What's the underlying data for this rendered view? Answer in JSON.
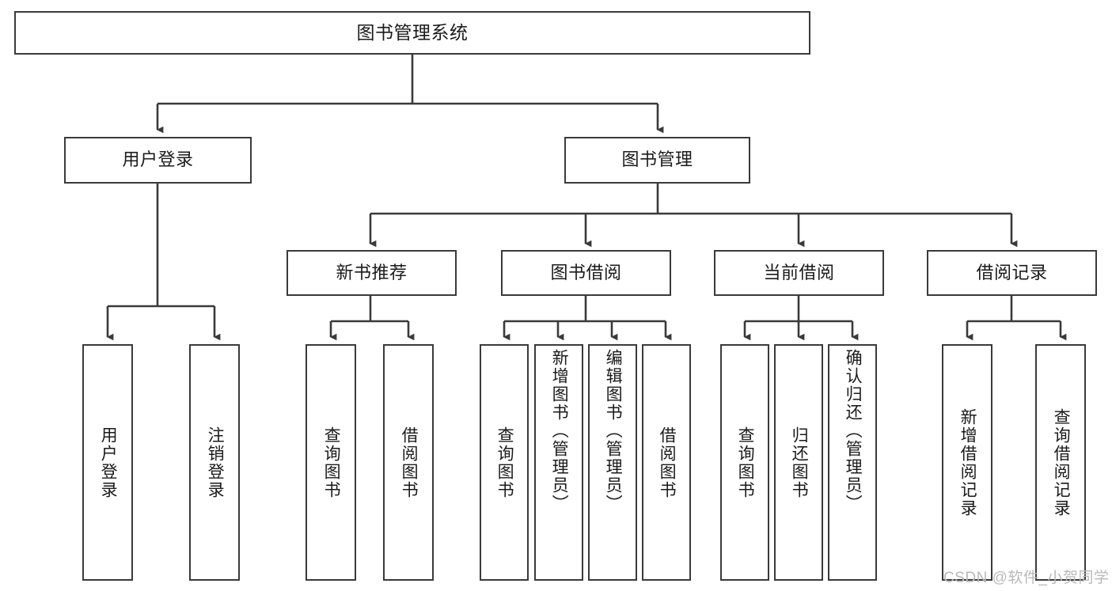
{
  "diagram": {
    "title": "图书管理系统",
    "type": "tree-hierarchy",
    "stroke_color": "#3a3a3a",
    "fill_color": "#ffffff",
    "text_color": "#1a1a1a",
    "nodes": {
      "root": {
        "label": "图书管理系统"
      },
      "level2": [
        {
          "id": "user-login",
          "label": "用户登录"
        },
        {
          "id": "book-manage",
          "label": "图书管理"
        }
      ],
      "level3": [
        {
          "id": "new-book-rec",
          "label": "新书推荐"
        },
        {
          "id": "book-borrow",
          "label": "图书借阅"
        },
        {
          "id": "current-borrow",
          "label": "当前借阅"
        },
        {
          "id": "borrow-record",
          "label": "借阅记录"
        }
      ],
      "leaves": [
        {
          "id": "leaf-user-login",
          "label": "用户登录",
          "parent": "user-login"
        },
        {
          "id": "leaf-logout",
          "label": "注销登录",
          "parent": "user-login"
        },
        {
          "id": "leaf-query-book-1",
          "label": "查询图书",
          "parent": "new-book-rec"
        },
        {
          "id": "leaf-borrow-book-1",
          "label": "借阅图书",
          "parent": "new-book-rec"
        },
        {
          "id": "leaf-query-book-2",
          "label": "查询图书",
          "parent": "book-borrow"
        },
        {
          "id": "leaf-add-book",
          "label": "新增图书（管理员）",
          "parent": "book-borrow"
        },
        {
          "id": "leaf-edit-book",
          "label": "编辑图书（管理员）",
          "parent": "book-borrow"
        },
        {
          "id": "leaf-borrow-book-2",
          "label": "借阅图书",
          "parent": "book-borrow"
        },
        {
          "id": "leaf-query-book-3",
          "label": "查询图书",
          "parent": "current-borrow"
        },
        {
          "id": "leaf-return-book",
          "label": "归还图书",
          "parent": "current-borrow"
        },
        {
          "id": "leaf-confirm-return",
          "label": "确认归还（管理员）",
          "parent": "current-borrow"
        },
        {
          "id": "leaf-add-record",
          "label": "新增借阅记录",
          "parent": "borrow-record"
        },
        {
          "id": "leaf-query-record",
          "label": "查询借阅记录",
          "parent": "borrow-record"
        }
      ]
    }
  },
  "watermark": {
    "text": "CSDN @软件_小贺同学"
  }
}
